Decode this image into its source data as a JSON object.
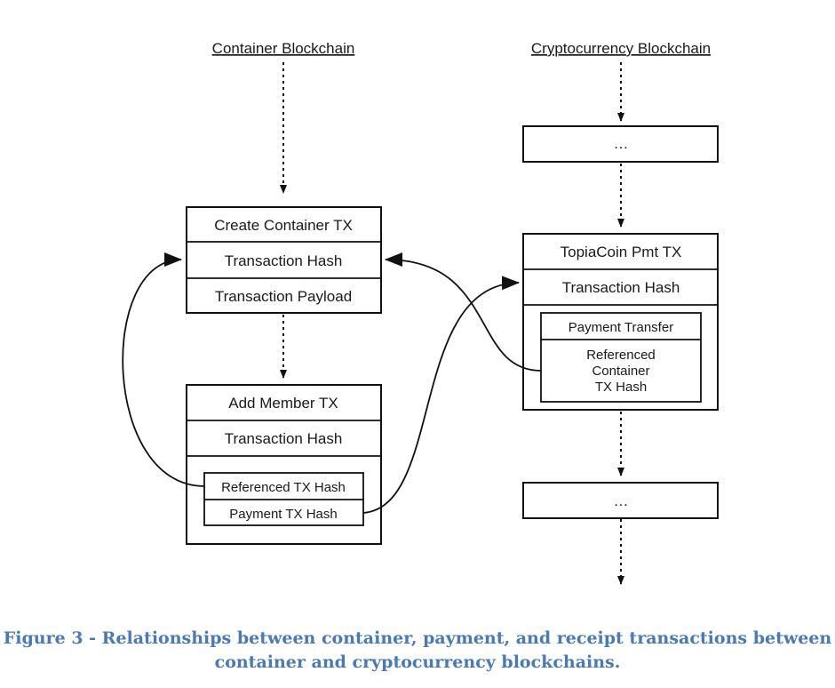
{
  "columns": {
    "left_title": "Container Blockchain",
    "right_title": "Cryptocurrency Blockchain"
  },
  "create_container_tx": {
    "title": "Create Container TX",
    "hash": "Transaction Hash",
    "payload": "Transaction Payload"
  },
  "add_member_tx": {
    "title": "Add Member TX",
    "hash": "Transaction Hash",
    "referenced_hash": "Referenced TX Hash",
    "payment_hash": "Payment TX Hash"
  },
  "crypto_blocks": {
    "top_ellipsis": "…",
    "bottom_ellipsis": "…"
  },
  "topiacoin_pmt_tx": {
    "title": "TopiaCoin Pmt TX",
    "hash": "Transaction Hash",
    "payment_transfer": "Payment Transfer",
    "referenced_line1": "Referenced",
    "referenced_line2": "Container",
    "referenced_line3": "TX Hash"
  },
  "caption": {
    "line1": "Figure 3 - Relationships between container, payment, and receipt transactions between",
    "line2": "container and cryptocurrency blockchains."
  }
}
